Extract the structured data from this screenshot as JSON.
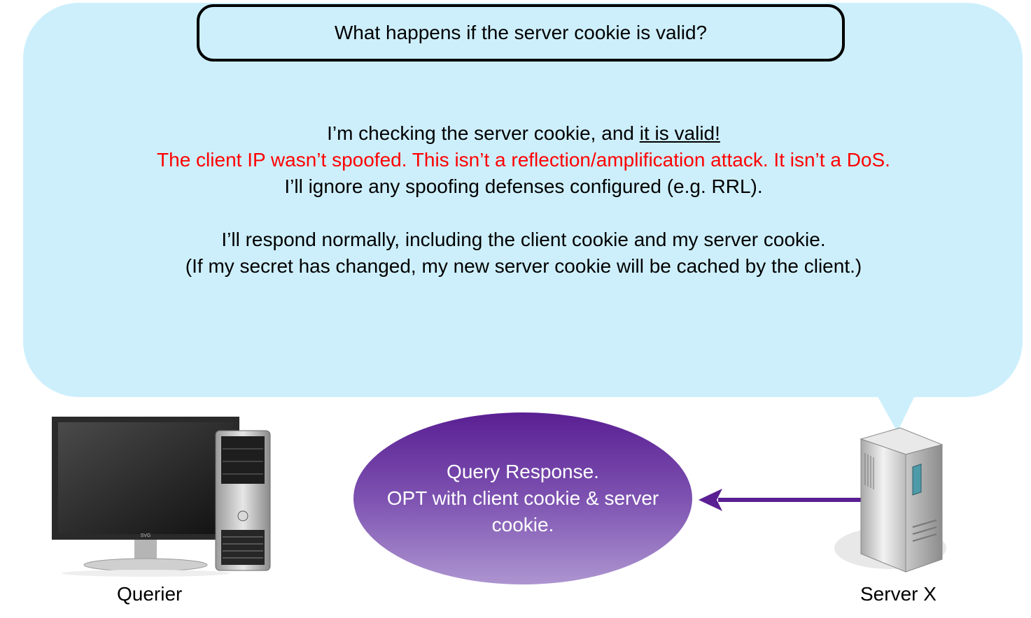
{
  "question": "What happens if the server cookie is valid?",
  "speech": {
    "line1_prefix": "I’m checking the server cookie, and ",
    "line1_emphasis": "it is valid!",
    "line2": "The client IP wasn’t spoofed. This isn’t a reflection/amplification attack. It isn’t a DoS.",
    "line3": "I’ll ignore any spoofing defenses configured (e.g. RRL).",
    "line4": "I’ll respond normally, including the client cookie and my server cookie.",
    "line5": "(If my secret has changed, my new server cookie will be cached by the client.)"
  },
  "message": {
    "line1": "Query Response.",
    "line2": "OPT with client cookie & server",
    "line3": "cookie."
  },
  "querier": {
    "label": "Querier",
    "monitor_brand": "SVG"
  },
  "server": {
    "label": "Server X"
  },
  "colors": {
    "bubble": "#cdeffc",
    "warning_text": "#ff0000",
    "arrow": "#5a1f93",
    "ellipse_top": "#5a1f93",
    "ellipse_bottom": "#ad95d0"
  }
}
